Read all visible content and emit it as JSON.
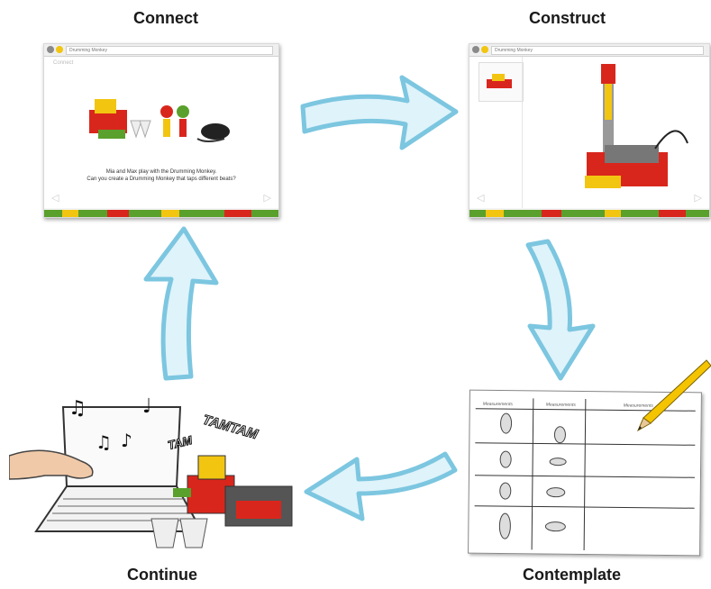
{
  "labels": {
    "connect": "Connect",
    "construct": "Construct",
    "contemplate": "Contemplate",
    "continue": "Continue"
  },
  "connect_screen": {
    "window_title": "Drumming Monkey",
    "section": "Connect",
    "caption_line1": "Mia and Max play with the Drumming Monkey.",
    "caption_line2": "Can you create a Drumming Monkey that taps different beats?"
  },
  "construct_screen": {
    "window_title": "Drumming Monkey"
  },
  "contemplate_sheet": {
    "headers": [
      "Measurements",
      "Measurements",
      "Measurements"
    ]
  },
  "continue_scene": {
    "sound_words": [
      "TAM",
      "TAMTAM"
    ]
  },
  "colors": {
    "arrow_fill": "#dff3fa",
    "arrow_stroke": "#7cc6e0",
    "lego_red": "#d9261c",
    "lego_yellow": "#f2c511",
    "lego_green": "#5aa02c",
    "pencil": "#f5c400"
  },
  "icons": [
    "music-note-icon",
    "pencil-icon",
    "laptop-icon",
    "nav-arrow-icon"
  ]
}
